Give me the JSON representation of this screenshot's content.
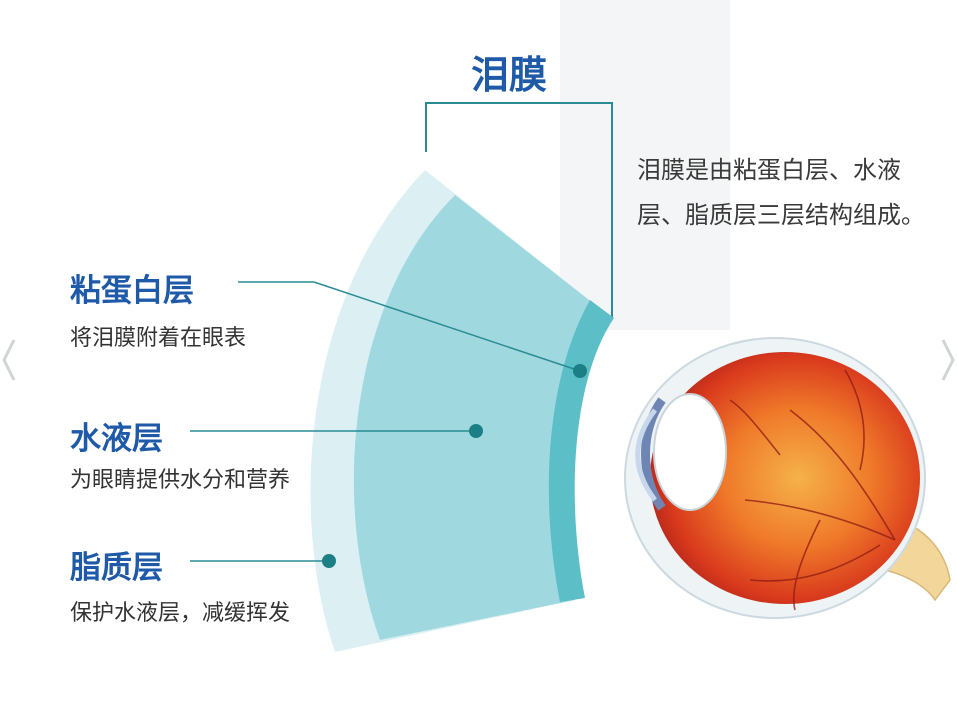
{
  "title": "泪膜",
  "intro": "泪膜是由粘蛋白层、水液层、脂质层三层结构组成。",
  "layers": [
    {
      "name": "粘蛋白层",
      "desc": "将泪膜附着在眼表"
    },
    {
      "name": "水液层",
      "desc": "为眼睛提供水分和营养"
    },
    {
      "name": "脂质层",
      "desc": "保护水液层，减缓挥发"
    }
  ],
  "colors": {
    "title_blue": "#1f5aa8",
    "leader_teal": "#2a8c92",
    "dot_teal": "#1d7f86",
    "lipid_layer": "#dcf0f3",
    "aqueous_layer": "#9fd9df",
    "mucin_layer": "#5cbec7"
  }
}
